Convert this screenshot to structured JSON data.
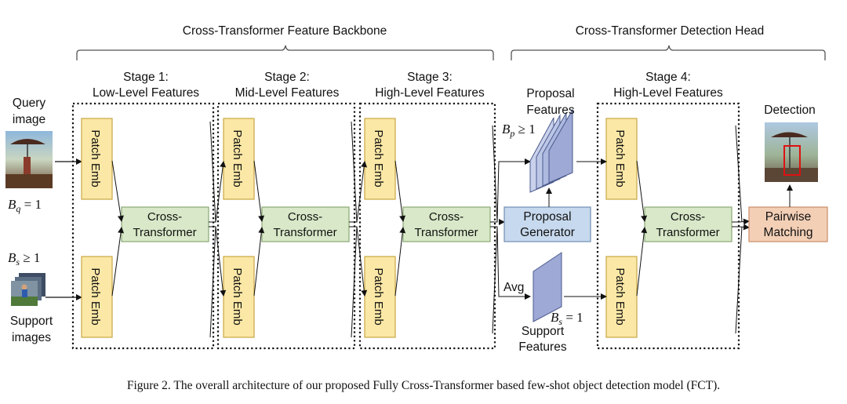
{
  "backbone_title": "Cross-Transformer Feature Backbone",
  "head_title": "Cross-Transformer Detection Head",
  "stages": [
    {
      "line1": "Stage 1:",
      "line2": "Low-Level Features"
    },
    {
      "line1": "Stage 2:",
      "line2": "Mid-Level Features"
    },
    {
      "line1": "Stage 3:",
      "line2": "High-Level Features"
    },
    {
      "line1": "Stage 4:",
      "line2": "High-Level Features"
    }
  ],
  "patch_emb": "Patch Emb",
  "cross_line1": "Cross-",
  "cross_line2": "Transformer",
  "query": {
    "line1": "Query",
    "line2": "image",
    "batch": "B_q = 1"
  },
  "support": {
    "line1": "Support",
    "line2": "images",
    "batch": "B_s ≥ 1"
  },
  "proposal_features": {
    "line1": "Proposal",
    "line2": "Features",
    "batch": "B_p ≥ 1"
  },
  "proposal_generator": {
    "line1": "Proposal",
    "line2": "Generator"
  },
  "avg_label": "Avg",
  "support_features": {
    "line1": "Support",
    "line2": "Features",
    "batch": "B_s = 1"
  },
  "pairwise": {
    "line1": "Pairwise",
    "line2": "Matching"
  },
  "detection_label": "Detection",
  "caption": "Figure 2. The overall architecture of our proposed Fully Cross-Transformer based few-shot object detection model (FCT).",
  "colors": {
    "patch": "#fbe8a6",
    "cross": "#d8e8c8",
    "proposal_gen": "#c7d9ee",
    "pairwise": "#f3cfb6",
    "feature": "#aab6dc"
  }
}
